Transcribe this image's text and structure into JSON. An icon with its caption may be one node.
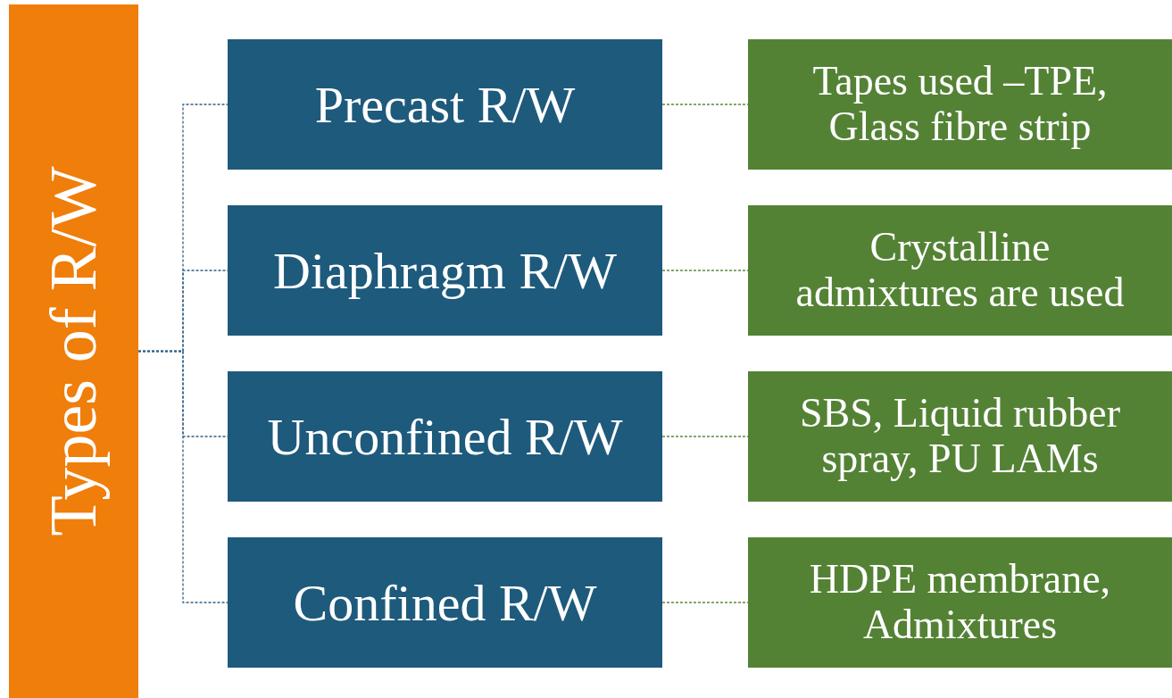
{
  "diagram": {
    "nodes": [
      {
        "text": [
          "Types of R/W"
        ]
      },
      {
        "text": [
          "Precast R/W"
        ]
      },
      {
        "text": [
          "Tapes used –TPE, Glass fibre strip"
        ]
      },
      {
        "text": [
          "Diaphragm R/W"
        ]
      },
      {
        "text": [
          "Crystalline admixtures are used"
        ]
      },
      {
        "text": [
          "Unconfined R/W"
        ]
      },
      {
        "text": [
          "SBS, Liquid rubber spray, PU LAMs"
        ]
      },
      {
        "text": [
          "Confined R/W"
        ]
      },
      {
        "text": [
          "HDPE membrane, Admixtures"
        ]
      }
    ],
    "edges": [
      {
        "from": 0,
        "to": 1,
        "arrow": "none",
        "style": "dashed"
      },
      {
        "from": 1,
        "to": 2,
        "arrow": "none",
        "style": "dashed",
        "color": "#5a8a3c"
      },
      {
        "from": 0,
        "to": 3,
        "arrow": "none",
        "style": "dashed"
      },
      {
        "from": 3,
        "to": 4,
        "arrow": "none",
        "style": "dashed",
        "color": "#5a8a3c"
      },
      {
        "from": 0,
        "to": 5,
        "arrow": "none",
        "style": "dashed"
      },
      {
        "from": 5,
        "to": 6,
        "arrow": "none",
        "style": "dashed",
        "color": "#5a8a3c"
      },
      {
        "from": 0,
        "to": 7,
        "arrow": "none",
        "style": "dashed"
      },
      {
        "from": 7,
        "to": 8,
        "arrow": "none",
        "style": "dashed",
        "color": "#5a8a3c"
      }
    ]
  }
}
